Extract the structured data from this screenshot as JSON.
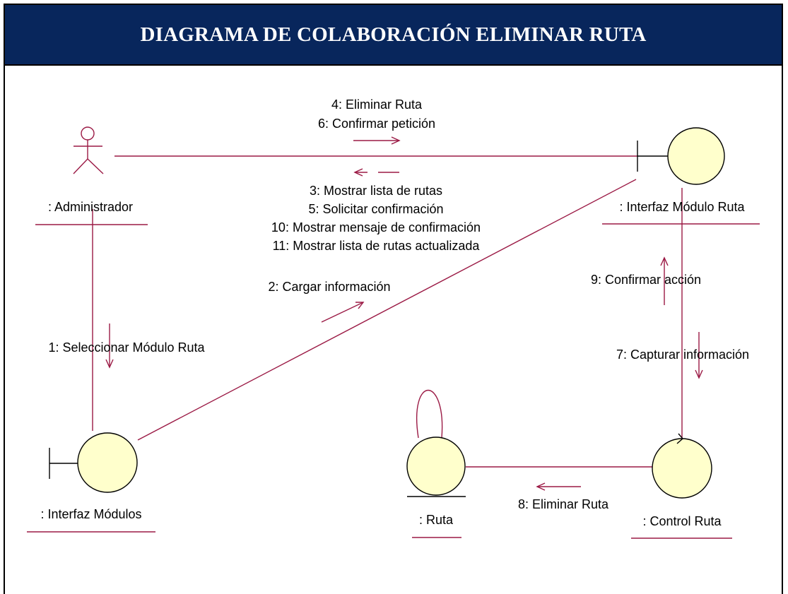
{
  "header": {
    "title": "DIAGRAMA DE COLABORACIÓN ELIMINAR RUTA"
  },
  "colors": {
    "header_bg": "#08265c",
    "line": "#9b1a45",
    "object_fill": "#ffffcc"
  },
  "objects": {
    "administrador": {
      "label": ": Administrador",
      "kind": "actor-icon"
    },
    "interfaz_modulo_ruta": {
      "label": ": Interfaz Módulo Ruta",
      "kind": "boundary-icon"
    },
    "interfaz_modulos": {
      "label": ": Interfaz Módulos",
      "kind": "boundary-icon"
    },
    "ruta": {
      "label": ": Ruta",
      "kind": "entity-icon"
    },
    "control_ruta": {
      "label": ": Control Ruta",
      "kind": "control-icon"
    }
  },
  "messages": {
    "m4": "4: Eliminar Ruta",
    "m6": "6: Confirmar petición",
    "m3": "3: Mostrar lista de rutas",
    "m5": "5: Solicitar confirmación",
    "m10": "10: Mostrar mensaje de confirmación",
    "m11": "11: Mostrar lista de rutas actualizada",
    "m2": "2: Cargar información",
    "m1": "1: Seleccionar Módulo Ruta",
    "m9": "9: Confirmar acción",
    "m7": "7: Capturar información",
    "m8": "8: Eliminar Ruta"
  }
}
